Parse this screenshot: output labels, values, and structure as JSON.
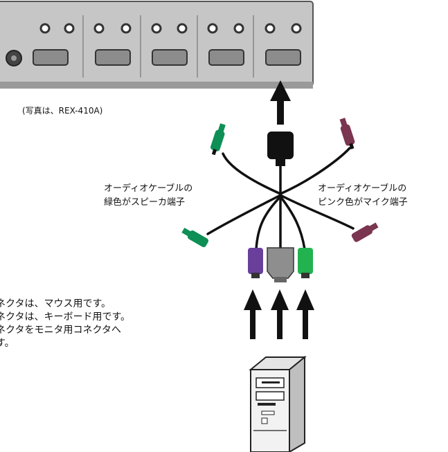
{
  "photo_caption": "(写真は、REX-410A)",
  "audio_left_label": [
    "オーディオケーブルの",
    "緑色がスピーカ端子"
  ],
  "audio_right_label": [
    "オーディオケーブルの",
    "ピンク色がマイク端子"
  ],
  "instructions": [
    "ネクタは、マウス用です。",
    "ネクタは、キーボード用です。",
    "ネクタをモニタ用コネクタへ",
    "す。"
  ],
  "colors": {
    "audio_green": "#0e8f55",
    "audio_pink": "#7a3550",
    "ps2_purple": "#6a3f9c",
    "ps2_green": "#22b24f",
    "vga_gray": "#8e8e8e",
    "switch_panel": "#c4c4c4"
  }
}
